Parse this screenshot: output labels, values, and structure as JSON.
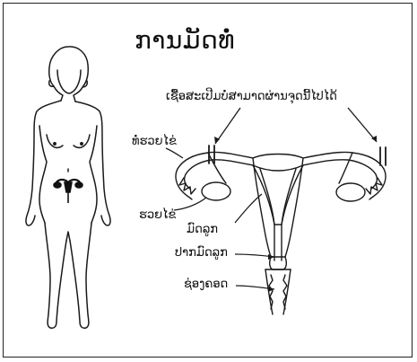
{
  "title": "ການມັດທໍ່",
  "labels": {
    "sperm_cannot_pass": "ເຊື້ອສະເປີມບໍ່ສາມາດຜ່ານຈຸດນີ້ໄປໄດ້",
    "fallopian_tube": "ທໍ່ຮວຍໄຂ່",
    "ovary": "ຮວຍໄຂ່",
    "uterus": "ມົດລູກ",
    "cervix": "ປາກມົດລູກ",
    "vagina": "ຊ່ອງຄອດ"
  },
  "colors": {
    "line": "#1a1a1a",
    "background": "#ffffff",
    "organ_fill": "#111111"
  }
}
